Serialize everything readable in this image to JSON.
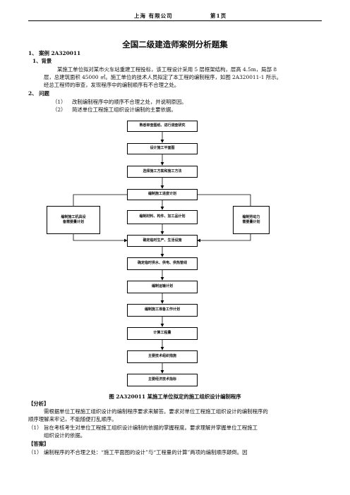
{
  "header": {
    "company": "上海    有限公司",
    "page": "第1页"
  },
  "title": "全国二级建造师案例分析题集",
  "case": {
    "heading": "1、 案例 2A320011",
    "background_heading": "1、背景",
    "background_line1": "某施工单位拟对某市火车站重建工程投标，该工程设计采用 5 层框架结构，层高 4.5m，局部 8",
    "background_line2": "层，总建筑面积 45000 ㎡。施工单位的技术人员拟定了本工程的编制程序，如图 2A320011-1 所示。",
    "background_line3": "经总工程师的审查，发现程序中的编制顺序有不合理之处。",
    "question_heading": "2、 问题",
    "q1_num": "（1）",
    "q1": "改制编制程序中的顺序不合理之处，并说明原因。",
    "q2_num": "（2）",
    "q2": "简述单位工程施工组织设计编制的主要依据。"
  },
  "flow": {
    "steps": [
      "熟悉审查图纸、进行调查研究",
      "设计施工平面图",
      "选择施工方案和施工方法",
      "编制施工进度计划",
      "编制材料、构件、加工品计划",
      "确定临时生产、生活设施",
      "确定临时供水、供电、供热管线",
      "编制运输计划",
      "编制施工准备工作计划",
      "计算工程量",
      "主要技术组织措施",
      "主要经济技术指标"
    ],
    "left_line1": "编制施工机具设",
    "left_line2": "备需要量计划",
    "right_line1": "编制劳动力",
    "right_line2": "需要量计划"
  },
  "caption": "图 2A320011 某施工单位拟定的施工组织设计编制程序",
  "analysis": {
    "heading": "【分析】",
    "line1": "需根据单位工程施工组织设计的编制程序要求来解答。要求对单位工程施工组织设计的编制程序的",
    "line2": "顺序理解来牢记，不能随便打乱顺序。",
    "item1_num": "（1）",
    "item1_line1": "旨在考核考生对单位工程施工组织设计编制的依据的掌握程度。要求理解并掌握单位工程施工",
    "item1_line2": "组织设计的依据。"
  },
  "answer": {
    "heading": "【答案】",
    "item1_num": "（1）",
    "item1": "编制程序的不合理之处：“施工平面图的设计”与“工程量的计算”两项的编制顺序颠倒。因"
  }
}
